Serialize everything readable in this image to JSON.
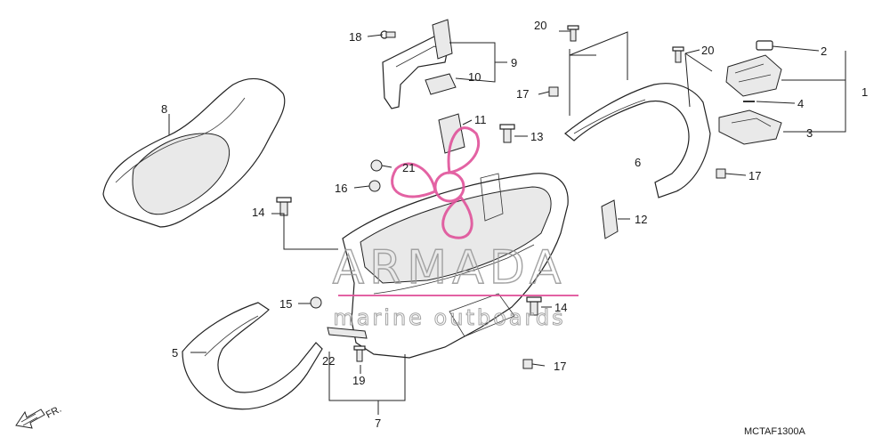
{
  "diagram": {
    "code": "MCTAF1300A",
    "direction_label": "FR.",
    "callouts": {
      "c1": "1",
      "c2": "2",
      "c3": "3",
      "c4": "4",
      "c5": "5",
      "c6": "6",
      "c7": "7",
      "c8": "8",
      "c9": "9",
      "c10": "10",
      "c11": "11",
      "c12": "12",
      "c13": "13",
      "c14a": "14",
      "c14b": "14",
      "c15": "15",
      "c16": "16",
      "c17a": "17",
      "c17b": "17",
      "c17c": "17",
      "c18": "18",
      "c19": "19",
      "c20a": "20",
      "c20b": "20",
      "c21": "21",
      "c22": "22"
    }
  },
  "watermark": {
    "title": "ARMADA",
    "subtitle": "marine outboards",
    "color": "#e0529a"
  }
}
